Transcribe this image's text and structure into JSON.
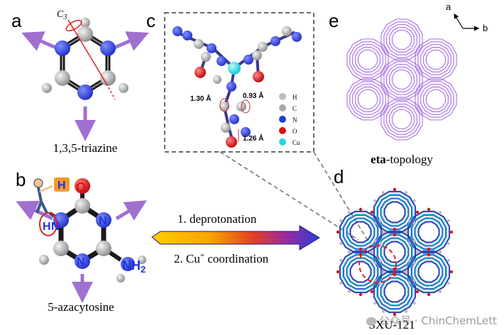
{
  "panels": {
    "a": {
      "letter": "a",
      "caption": "1,3,5-triazine",
      "c3_label": "C",
      "c3_sub": "3"
    },
    "b": {
      "letter": "b",
      "caption": "5-azacytosine",
      "atom_n": "N",
      "atom_h": "H",
      "atom_o": "O",
      "amine_nh": "NH",
      "amine_sub": "2"
    },
    "c": {
      "letter": "c",
      "bond1": "1.30 Å",
      "bond2": "0.93 Å",
      "bond3": "1.26 Å",
      "legend": [
        {
          "symbol": "H",
          "color": "#bcbcbc"
        },
        {
          "symbol": "C",
          "color": "#a8a8a8"
        },
        {
          "symbol": "N",
          "color": "#1f3fd6"
        },
        {
          "symbol": "O",
          "color": "#e01010"
        },
        {
          "symbol": "Cu",
          "color": "#1fd8e6"
        }
      ]
    },
    "d": {
      "letter": "d",
      "caption": "SXU-121"
    },
    "e": {
      "letter": "e",
      "caption_bold": "eta",
      "caption_rest": "-topology",
      "axis_a": "a",
      "axis_b": "b"
    }
  },
  "reaction": {
    "step1": "1. deprotonation",
    "step2_pre": "2.  Cu",
    "step2_sup": "+",
    "step2_post": " coordination"
  },
  "watermark": "公众号 · ChinChemLett",
  "colors": {
    "arrow_purple": "#a070d0",
    "nitrogen": "#2233dd",
    "oxygen": "#dd1111",
    "copper": "#22d6e6",
    "network": "#9955e0"
  }
}
